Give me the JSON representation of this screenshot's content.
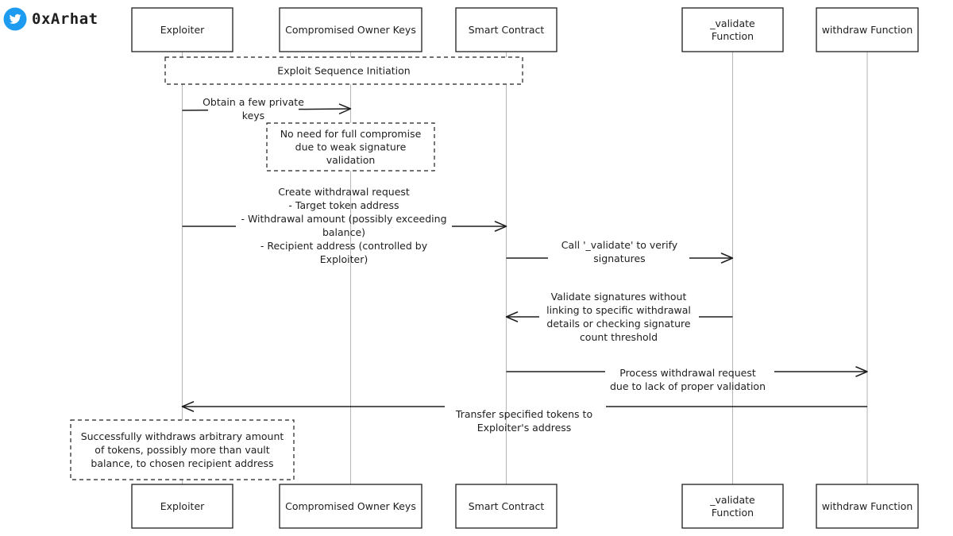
{
  "brand": {
    "icon": "twitter-bird-icon",
    "icon_color": "#1d9bf0",
    "handle": "0xArhat"
  },
  "participants": [
    {
      "id": "exploiter",
      "lines": [
        "Exploiter"
      ]
    },
    {
      "id": "keys",
      "lines": [
        "Compromised Owner Keys"
      ]
    },
    {
      "id": "contract",
      "lines": [
        "Smart Contract"
      ]
    },
    {
      "id": "validate",
      "lines": [
        "_validate",
        "Function"
      ]
    },
    {
      "id": "withdraw",
      "lines": [
        "withdraw Function"
      ]
    }
  ],
  "notes": [
    {
      "id": "sequence-initiation",
      "lines": [
        "Exploit Sequence Initiation"
      ]
    },
    {
      "id": "weak-validation",
      "lines": [
        "No need for full compromise",
        "due to weak signature",
        "validation"
      ]
    },
    {
      "id": "outcome",
      "lines": [
        "Successfully withdraws arbitrary amount",
        "of tokens, possibly more than vault",
        "balance, to chosen recipient address"
      ]
    }
  ],
  "messages": [
    {
      "id": "obtain-keys",
      "from": "exploiter",
      "to": "keys",
      "lines": [
        "Obtain a few private",
        "keys"
      ]
    },
    {
      "id": "create-request",
      "from": "exploiter",
      "to": "contract",
      "lines": [
        "Create withdrawal request",
        "-  Target token address",
        "- Withdrawal amount (possibly exceeding",
        "balance)",
        "- Recipient address (controlled by",
        "Exploiter)"
      ]
    },
    {
      "id": "call-validate",
      "from": "contract",
      "to": "validate",
      "lines": [
        "Call '_validate' to verify",
        "signatures"
      ]
    },
    {
      "id": "validate-signatures",
      "from": "validate",
      "to": "contract",
      "lines": [
        "Validate signatures without",
        "linking to specific withdrawal",
        "details or checking signature",
        "count threshold"
      ]
    },
    {
      "id": "process-withdrawal",
      "from": "contract",
      "to": "withdraw",
      "lines": [
        "Process withdrawal request",
        "due to lack of proper validation"
      ]
    },
    {
      "id": "transfer-tokens",
      "from": "withdraw",
      "to": "exploiter",
      "lines": [
        "Transfer specified tokens to",
        "Exploiter's address"
      ]
    }
  ]
}
